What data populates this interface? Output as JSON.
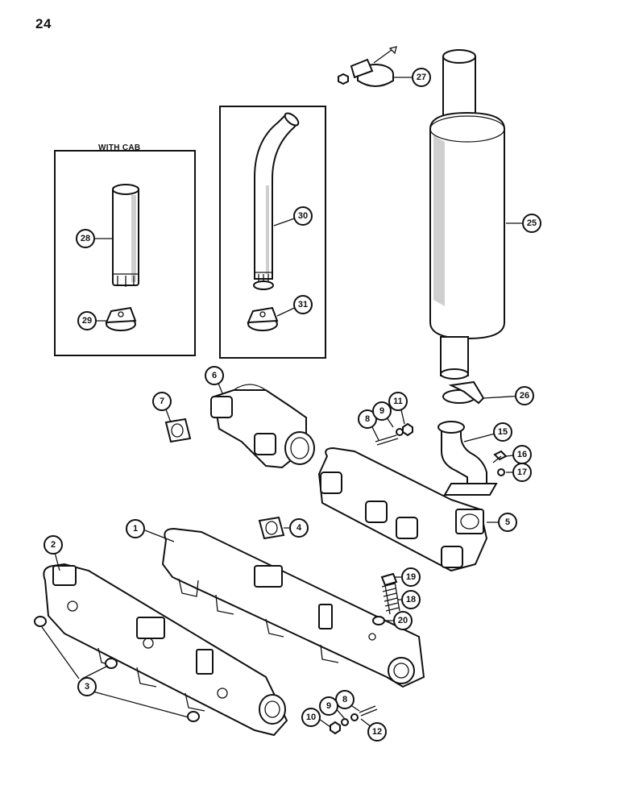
{
  "page_number": "24",
  "boxes": {
    "cab_title": "WITH CAB"
  },
  "callouts": {
    "c1": "1",
    "c2": "2",
    "c3": "3",
    "c4": "4",
    "c5": "5",
    "c6": "6",
    "c7": "7",
    "c8a": "8",
    "c8b": "8",
    "c9a": "9",
    "c9b": "9",
    "c10": "10",
    "c11": "11",
    "c12": "12",
    "c15": "15",
    "c16": "16",
    "c17": "17",
    "c18": "18",
    "c19": "19",
    "c20": "20",
    "c25": "25",
    "c26": "26",
    "c27": "27",
    "c28": "28",
    "c29": "29",
    "c30": "30",
    "c31": "31"
  }
}
